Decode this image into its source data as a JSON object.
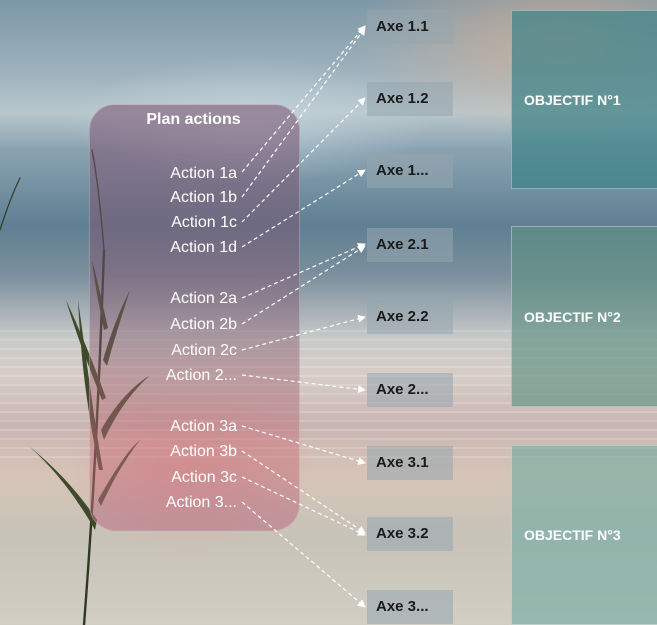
{
  "plan": {
    "title": "Plan actions",
    "actions": [
      "Action 1a",
      "Action 1b",
      "Action 1c",
      "Action 1d",
      "Action 2a",
      "Action 2b",
      "Action 2c",
      "Action 2...",
      "Action 3a",
      "Action 3b",
      "Action 3c",
      "Action 3..."
    ]
  },
  "axes": [
    "Axe 1.1",
    "Axe 1.2",
    "Axe 1...",
    "Axe 2.1",
    "Axe 2.2",
    "Axe 2...",
    "Axe 3.1",
    "Axe 3.2",
    "Axe 3..."
  ],
  "objectives": [
    "OBJECTIF N°1",
    "OBJECTIF N°2",
    "OBJECTIF N°3"
  ],
  "links": [
    {
      "from": "Action 1a",
      "to": "Axe 1.1"
    },
    {
      "from": "Action 1b",
      "to": "Axe 1.1"
    },
    {
      "from": "Action 1c",
      "to": "Axe 1.2"
    },
    {
      "from": "Action 1d",
      "to": "Axe 1..."
    },
    {
      "from": "Action 2a",
      "to": "Axe 2.1"
    },
    {
      "from": "Action 2b",
      "to": "Axe 2.1"
    },
    {
      "from": "Action 2c",
      "to": "Axe 2.2"
    },
    {
      "from": "Action 2...",
      "to": "Axe 2..."
    },
    {
      "from": "Action 3a",
      "to": "Axe 3.1"
    },
    {
      "from": "Action 3b",
      "to": "Axe 3.2"
    },
    {
      "from": "Action 3c",
      "to": "Axe 3.2"
    },
    {
      "from": "Action 3...",
      "to": "Axe 3..."
    }
  ],
  "colors": {
    "plan_box": "#8a5a78",
    "axe_box": "#96a5af",
    "objective_1": "#4f8a8e",
    "objective_2": "#6f9a8a",
    "objective_3": "#7fb0a6",
    "arrow": "#ffffff"
  }
}
